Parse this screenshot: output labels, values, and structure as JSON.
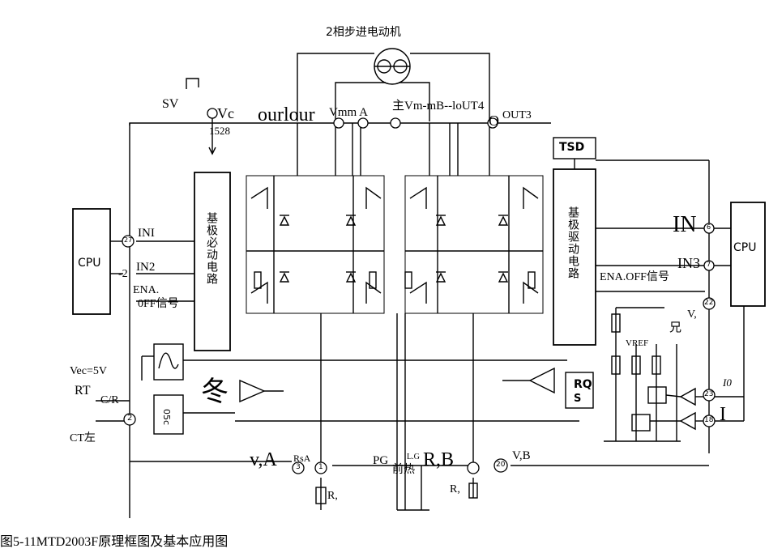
{
  "motor": {
    "title": "2相步进电动机"
  },
  "labels": {
    "sv": "SV",
    "vc": "Vc",
    "pin1528": "1528",
    "ourlour": "ourlour",
    "vmma": "Vmm A",
    "vmmb": "主Vm-mB--loUT4",
    "o_char": "O",
    "out3": "OUT3",
    "tsd": "TSD",
    "in1": "INI",
    "in2": "IN2",
    "minus2": "-2",
    "ena_left": "ENA.",
    "off_left": "0FF信号",
    "in_right": "IN",
    "in3": "IN3",
    "ena_right": "ENA.OFF信号",
    "v_right": "V,",
    "kuang": "兄",
    "vref": "VREF",
    "vec": "Vec=5V",
    "rt": "RT",
    "cr": "C/R",
    "ct": "CT左",
    "osc": "05c",
    "dong": "冬",
    "va": "v,A",
    "rsa": "RsA",
    "pg": "PG",
    "lg": "L.G",
    "qianre": "前热",
    "rb": "R,B",
    "vb": "V,B",
    "r_comma": "R,",
    "r_b": "R,",
    "io": "I0",
    "i_big": "I",
    "rq": "RQ",
    "s": "S"
  },
  "left_box": {
    "label": "基极必动电路"
  },
  "right_box": {
    "label": "基极驱动电路"
  },
  "cpu_left": {
    "label": "CPU"
  },
  "cpu_right": {
    "label": "CPU"
  },
  "pins": {
    "p27": "27",
    "p2": "2",
    "p3": "3",
    "p1": "1",
    "p20": "20",
    "p22": "22",
    "p23": "23",
    "p18": "18",
    "p6": "6",
    "p7": "7"
  },
  "caption": "图5-11MTD2003F原理框图及基本应用图"
}
